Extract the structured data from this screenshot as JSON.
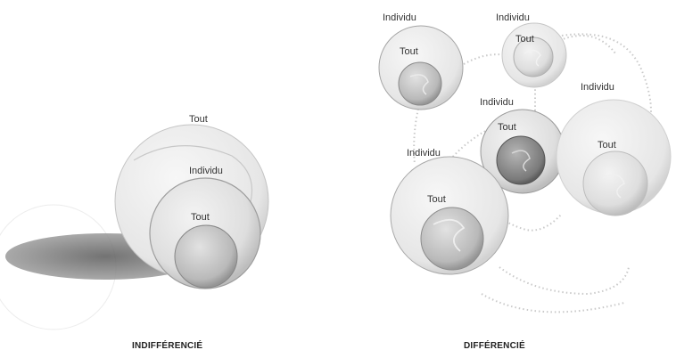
{
  "left_panel": {
    "labels": {
      "outer": "Tout",
      "middle": "Individu",
      "inner": "Tout"
    },
    "caption": "INDIFFÉRENCIÉ"
  },
  "right_panel": {
    "spheres": [
      {
        "individu": "Individu",
        "tout": "Tout"
      },
      {
        "individu": "Individu",
        "tout": "Tout"
      },
      {
        "individu": "Individu",
        "tout": "Tout"
      },
      {
        "individu": "Individu",
        "tout": "Tout"
      },
      {
        "individu": "Individu",
        "tout": "Tout"
      }
    ],
    "caption": "DIFFÉRENCIÉ"
  },
  "colors": {
    "sphere_fill": "#d9d9d9",
    "sphere_stroke": "#9a9a9a",
    "dark_core": "#7d7d7d",
    "shadow": "#6a6a6a"
  }
}
